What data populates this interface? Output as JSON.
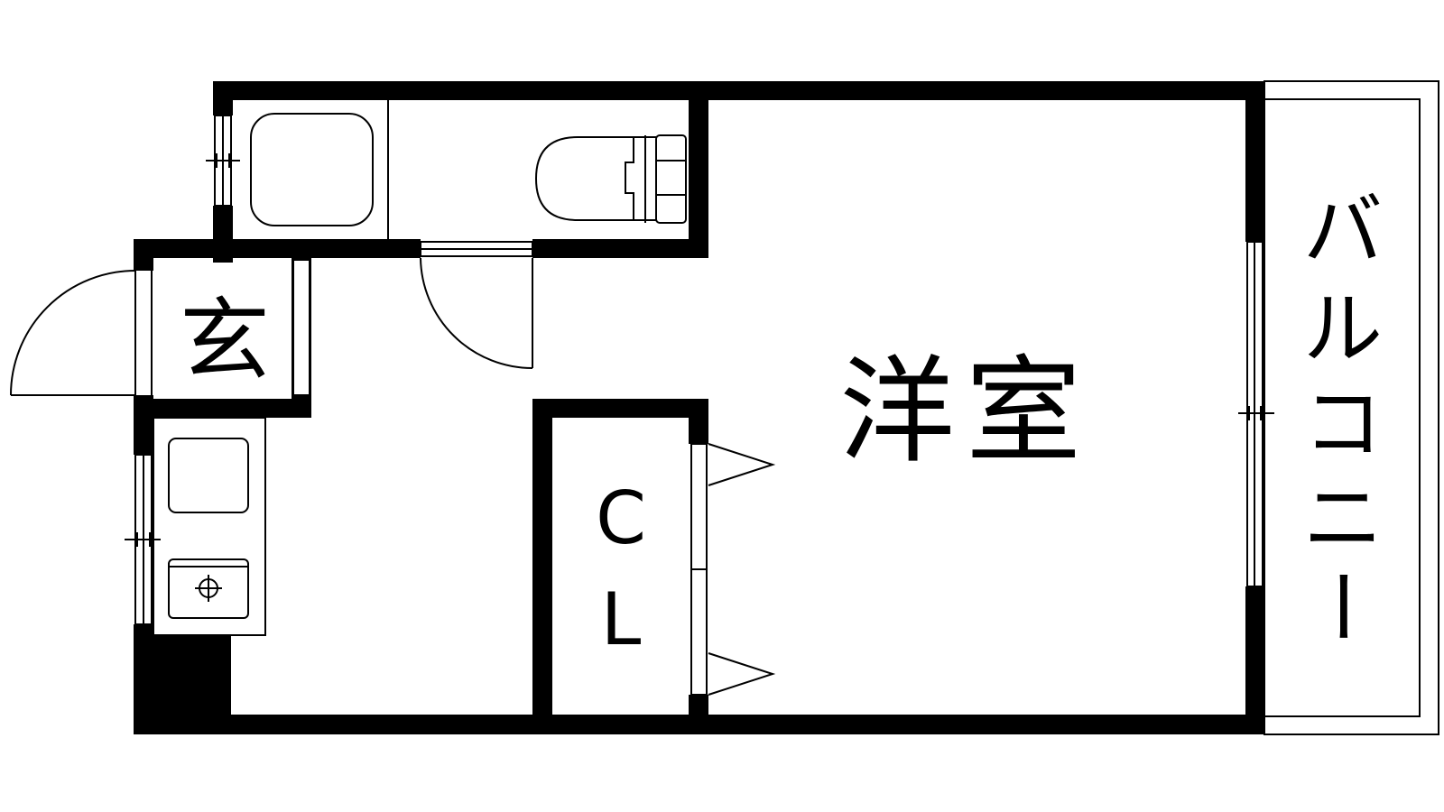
{
  "floor_plan": {
    "rooms": {
      "western_room": "洋室",
      "entrance": "玄",
      "closet": [
        "C",
        "L"
      ],
      "balcony": [
        "バ",
        "ル",
        "コ",
        "ニ",
        "ー"
      ]
    },
    "fixtures": [
      "bathtub",
      "toilet",
      "sink",
      "gas-stove"
    ]
  },
  "colors": {
    "wall": "#000000",
    "line": "#000000",
    "background": "#ffffff"
  }
}
